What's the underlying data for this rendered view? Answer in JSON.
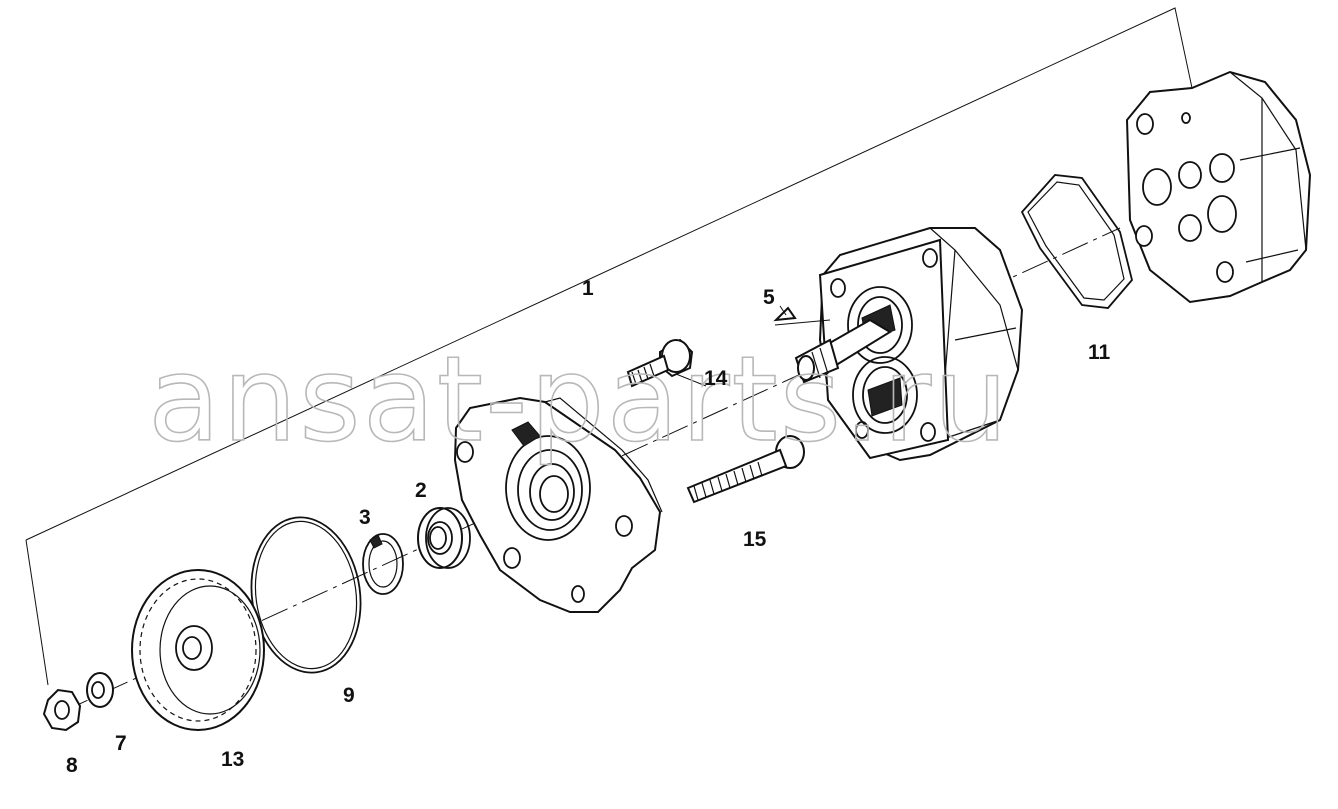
{
  "watermark": "ansat-parts.ru",
  "callouts": {
    "c1": "1",
    "c2": "2",
    "c3": "3",
    "c5": "5",
    "c7": "7",
    "c8": "8",
    "c9": "9",
    "c11": "11",
    "c13": "13",
    "c14": "14",
    "c15": "15"
  }
}
